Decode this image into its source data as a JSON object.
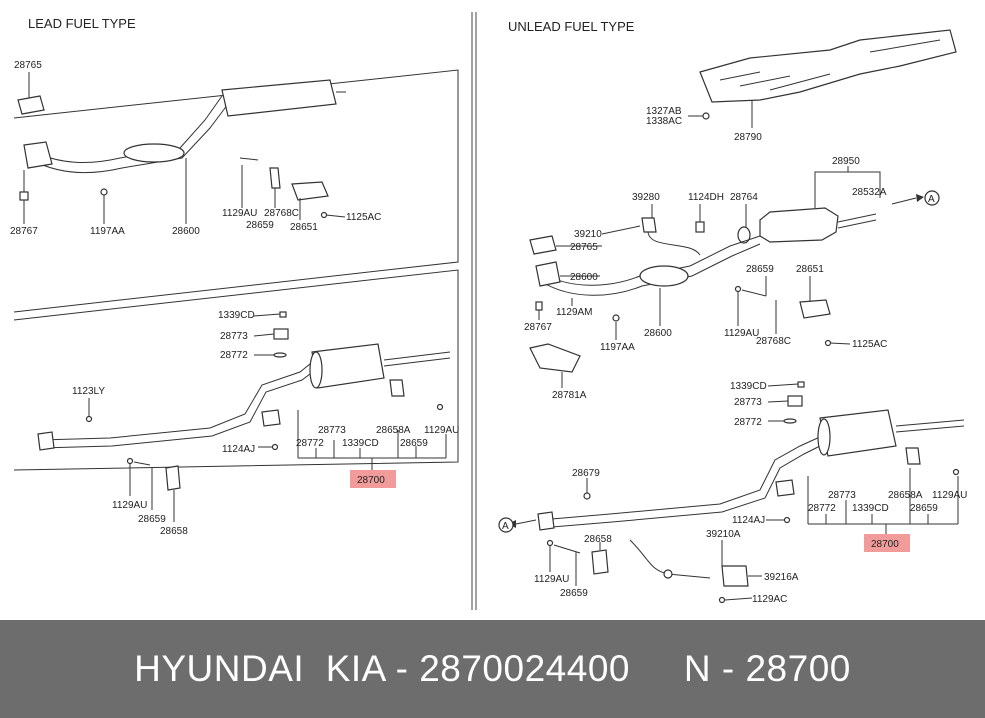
{
  "sections": {
    "left_title": "LEAD FUEL TYPE",
    "right_title": "UNLEAD FUEL TYPE"
  },
  "arrow_marker": "A",
  "left": {
    "p28765": "28765",
    "p28767": "28767",
    "p1197AA": "1197AA",
    "p28600": "28600",
    "p1129AU": "1129AU",
    "p28768C": "28768C",
    "p28659": "28659",
    "p28651": "28651",
    "p1125AC": "1125AC",
    "p1339CD": "1339CD",
    "p28773": "28773",
    "p28772": "28772",
    "p1123LY": "1123LY",
    "p1124AJ": "1124AJ",
    "g28773": "28773",
    "g28772": "28772",
    "g1339CD": "1339CD",
    "g28658A": "28658A",
    "g1129AU": "1129AU",
    "g28659": "28659",
    "g28700": "28700",
    "b1129AU": "1129AU",
    "b28659": "28659",
    "b28658": "28658"
  },
  "right": {
    "p1327AB": "1327AB",
    "p1338AC": "1338AC",
    "p28790": "28790",
    "p28950": "28950",
    "p28532A": "28532A",
    "p39280": "39280",
    "p1124DH": "1124DH",
    "p28764": "28764",
    "p39210": "39210",
    "p28765": "28765",
    "p28767": "28767",
    "p1129AM": "1129AM",
    "p1197AA": "1197AA",
    "p28600": "28600",
    "p28659": "28659",
    "p28651": "28651",
    "p1129AU": "1129AU",
    "p28768C": "28768C",
    "p1125AC": "1125AC",
    "p28781A": "28781A",
    "p1339CD": "1339CD",
    "p28773": "28773",
    "p28772": "28772",
    "p28679": "28679",
    "p1124AJ": "1124AJ",
    "g28773": "28773",
    "g28658A": "28658A",
    "g1129AU": "1129AU",
    "g28772": "28772",
    "g1339CD": "1339CD",
    "g28659": "28659",
    "g28700": "28700",
    "p39210A": "39210A",
    "p28658": "28658",
    "p39216A": "39216A",
    "p1129AU_b": "1129AU",
    "p28659_b": "28659",
    "p1129AC": "1129AC"
  },
  "footer": {
    "text": "HYUNDAI  KIA - 2870024400     N - 28700"
  },
  "colors": {
    "highlight": "#f29b9b",
    "footer_bg": "#6d6d6d",
    "footer_text": "#ffffff",
    "line": "#333333"
  }
}
